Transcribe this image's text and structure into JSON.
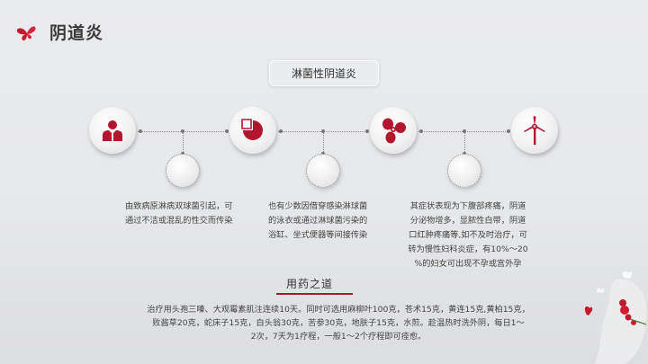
{
  "header": {
    "logo_icon": "butterfly-icon",
    "title": "阴道炎"
  },
  "section": {
    "title": "淋菌性阴道炎"
  },
  "timeline": {
    "accent_color": "#b3152f",
    "nodes": [
      {
        "icon": "person-icon"
      },
      {
        "icon": "pie-chart-icon"
      },
      {
        "icon": "propeller-icon"
      },
      {
        "icon": "wind-turbine-icon"
      }
    ],
    "descriptions": [
      {
        "lines": [
          "由致病原淋病双球菌引起，可",
          "通过不洁或混乱的性交而传染"
        ]
      },
      {
        "lines": [
          "也有少数因借穿感染淋球菌",
          "的泳衣或通过淋球菌污染的",
          "浴缸、坐式便器等间接传染"
        ]
      },
      {
        "lines": [
          "其症状表现为下腹部疼痛，阴道",
          "分泌物增多，显脓性白带，阴道",
          "口红肿疼痛等,如不及时治疗，可",
          "转为慢性妇科炎症，有10%～20",
          "%的妇女可出现不孕或宫外孕"
        ]
      }
    ]
  },
  "medication": {
    "title": "用药之道",
    "lines": [
      "治疗用头孢三嗪、大观霉素肌注连续10天。同时可选用麻柳叶100克，苍术15克，黄连15克,黄柏15克，",
      "败酱草20克，蛇床子15克，白头翁30克，苦参30克，地肤子15克，水煎。趁温热时洗外阴，每日1～",
      "2次，7天为1疗程，一般1～2个疗程即可痊愈。"
    ]
  },
  "decoration": {
    "icon": "butterflies-roses-decoration"
  }
}
